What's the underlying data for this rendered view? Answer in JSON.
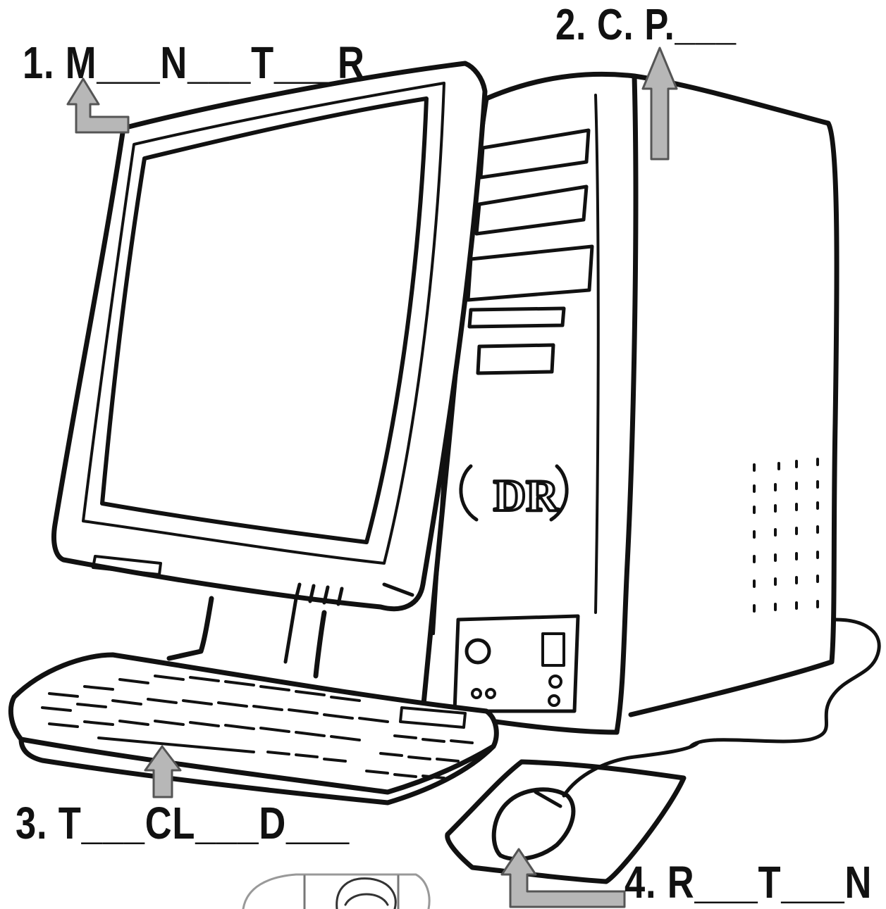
{
  "labels": {
    "monitor": "1. M___N___T___R",
    "cpu": "2. C. P.___",
    "keyboard": "3. T___CL___D___",
    "mouse": "4. R___T___N"
  },
  "case_logo": "DR",
  "colors": {
    "line": "#111111",
    "arrow_fill": "#b7b7b7",
    "arrow_stroke": "#555555",
    "background": "#ffffff"
  }
}
